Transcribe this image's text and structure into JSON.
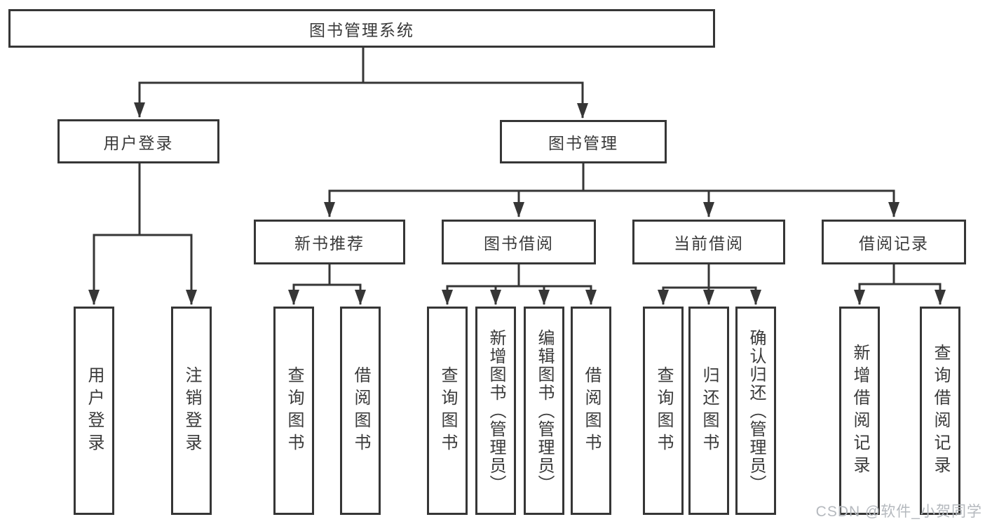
{
  "tree": {
    "label": "图书管理系统",
    "children": [
      {
        "label": "用户登录",
        "children": [
          {
            "label": "用户登录"
          },
          {
            "label": "注销登录"
          }
        ]
      },
      {
        "label": "图书管理",
        "children": [
          {
            "label": "新书推荐",
            "children": [
              {
                "label": "查询图书"
              },
              {
                "label": "借阅图书"
              }
            ]
          },
          {
            "label": "图书借阅",
            "children": [
              {
                "label": "查询图书"
              },
              {
                "label": "新增图书（管理员）"
              },
              {
                "label": "编辑图书（管理员）"
              },
              {
                "label": "借阅图书"
              }
            ]
          },
          {
            "label": "当前借阅",
            "children": [
              {
                "label": "查询图书"
              },
              {
                "label": "归还图书"
              },
              {
                "label": "确认归还（管理员）"
              }
            ]
          },
          {
            "label": "借阅记录",
            "children": [
              {
                "label": "新增借阅记录"
              },
              {
                "label": "查询借阅记录"
              }
            ]
          }
        ]
      }
    ]
  },
  "watermark": {
    "text": "CSDN @软件_小贺同学"
  },
  "colors": {
    "line": "#363636",
    "box_border": "#363636",
    "text": "#3a3a3a",
    "watermark": "#b5b9be",
    "background": "#ffffff"
  }
}
